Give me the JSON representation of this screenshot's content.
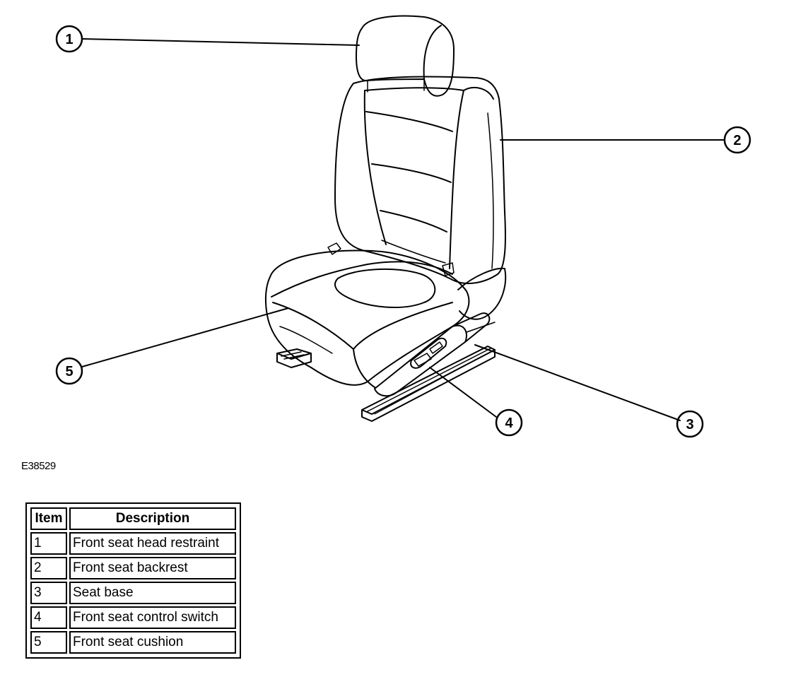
{
  "figure_id": "E38529",
  "callouts": [
    "1",
    "2",
    "3",
    "4",
    "5"
  ],
  "table": {
    "headers": [
      "Item",
      "Description"
    ],
    "rows": [
      {
        "item": "1",
        "description": "Front seat head restraint"
      },
      {
        "item": "2",
        "description": "Front seat backrest"
      },
      {
        "item": "3",
        "description": "Seat base"
      },
      {
        "item": "4",
        "description": "Front seat control switch"
      },
      {
        "item": "5",
        "description": "Front seat cushion"
      }
    ]
  }
}
